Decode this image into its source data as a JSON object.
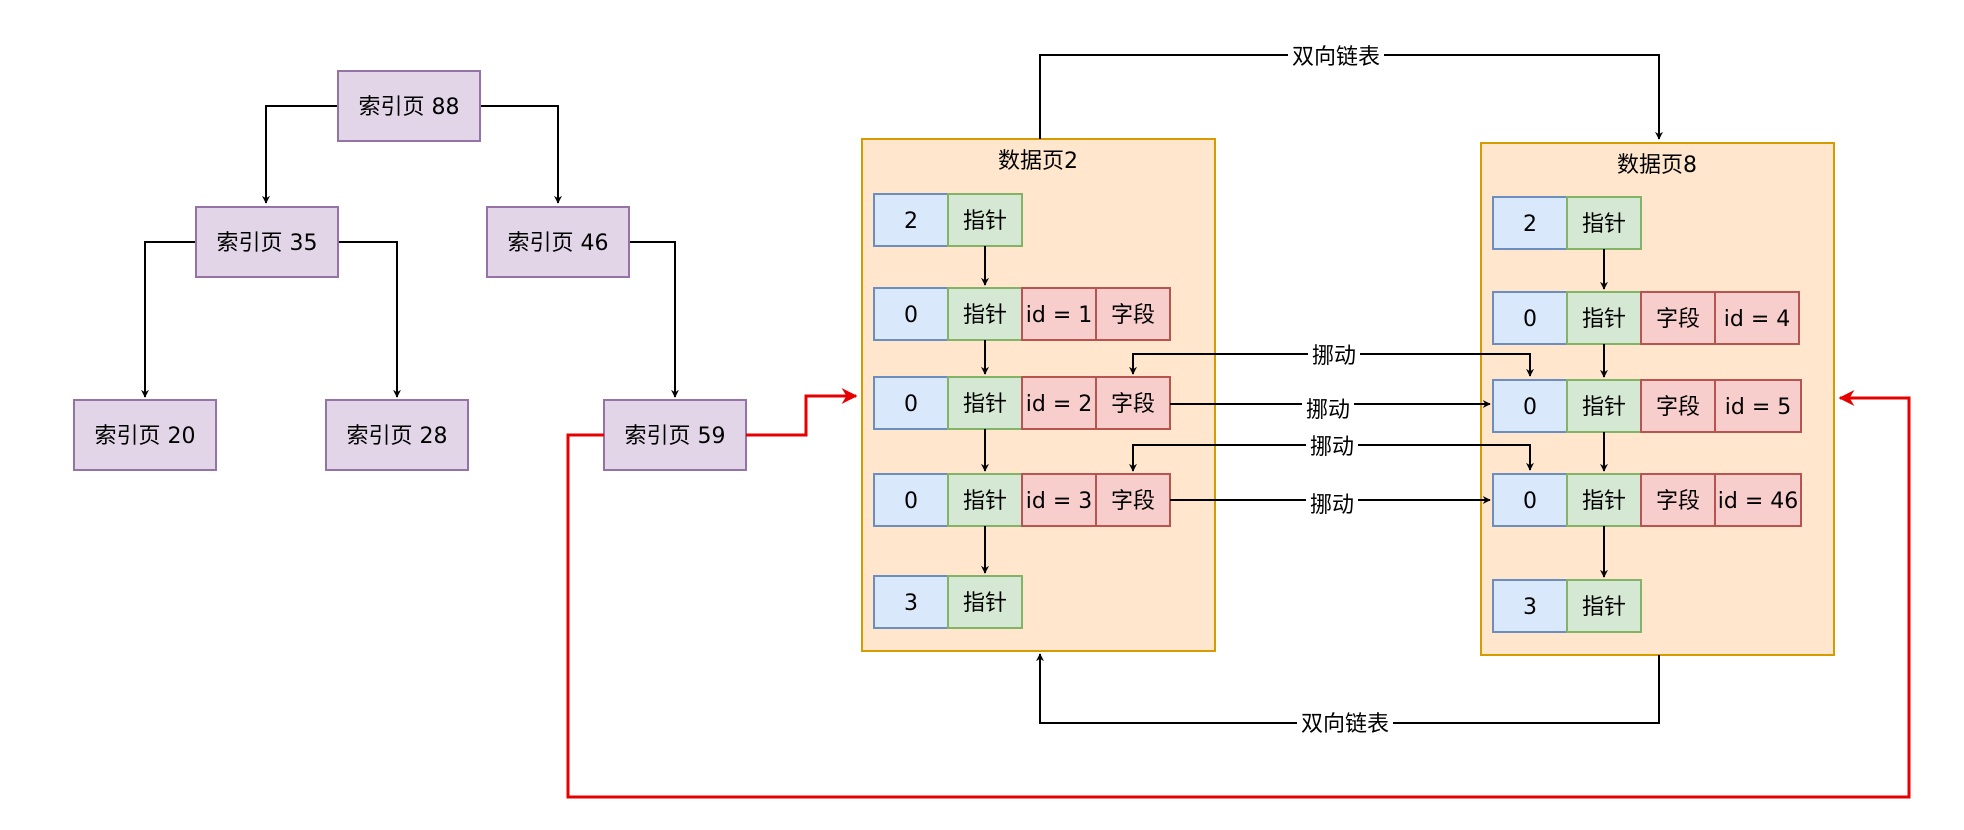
{
  "colors": {
    "index_fill": "#e1d5e7",
    "index_stroke": "#9673a6",
    "page_fill": "#ffe6cc",
    "page_stroke": "#d79b00",
    "blue_fill": "#dae8fc",
    "blue_stroke": "#6c8ebf",
    "green_fill": "#d5e8d4",
    "green_stroke": "#82b366",
    "red_fill": "#f8cecc",
    "red_stroke": "#b85450",
    "edge": "#000000",
    "highlight_edge": "#e60000"
  },
  "index_tree": {
    "nodes": [
      {
        "id": "idx88",
        "label": "索引页 88"
      },
      {
        "id": "idx35",
        "label": "索引页 35"
      },
      {
        "id": "idx46",
        "label": "索引页 46"
      },
      {
        "id": "idx20",
        "label": "索引页 20"
      },
      {
        "id": "idx28",
        "label": "索引页 28"
      },
      {
        "id": "idx59",
        "label": "索引页 59"
      }
    ]
  },
  "data_pages": [
    {
      "title": "数据页2",
      "records": [
        {
          "type": "2",
          "pointer": "指针"
        },
        {
          "type": "0",
          "pointer": "指针",
          "cells": [
            "id = 1",
            "字段"
          ]
        },
        {
          "type": "0",
          "pointer": "指针",
          "cells": [
            "id = 2",
            "字段"
          ]
        },
        {
          "type": "0",
          "pointer": "指针",
          "cells": [
            "id = 3",
            "字段"
          ]
        },
        {
          "type": "3",
          "pointer": "指针"
        }
      ]
    },
    {
      "title": "数据页8",
      "records": [
        {
          "type": "2",
          "pointer": "指针"
        },
        {
          "type": "0",
          "pointer": "指针",
          "cells": [
            "字段",
            "id = 4"
          ]
        },
        {
          "type": "0",
          "pointer": "指针",
          "cells": [
            "字段",
            "id = 5"
          ]
        },
        {
          "type": "0",
          "pointer": "指针",
          "cells": [
            "字段",
            "id = 46"
          ]
        },
        {
          "type": "3",
          "pointer": "指针"
        }
      ]
    }
  ],
  "edge_labels": {
    "doubly_linked_top": "双向链表",
    "doubly_linked_bottom": "双向链表",
    "move_1": "挪动",
    "move_2": "挪动",
    "move_3": "挪动",
    "move_4": "挪动"
  }
}
